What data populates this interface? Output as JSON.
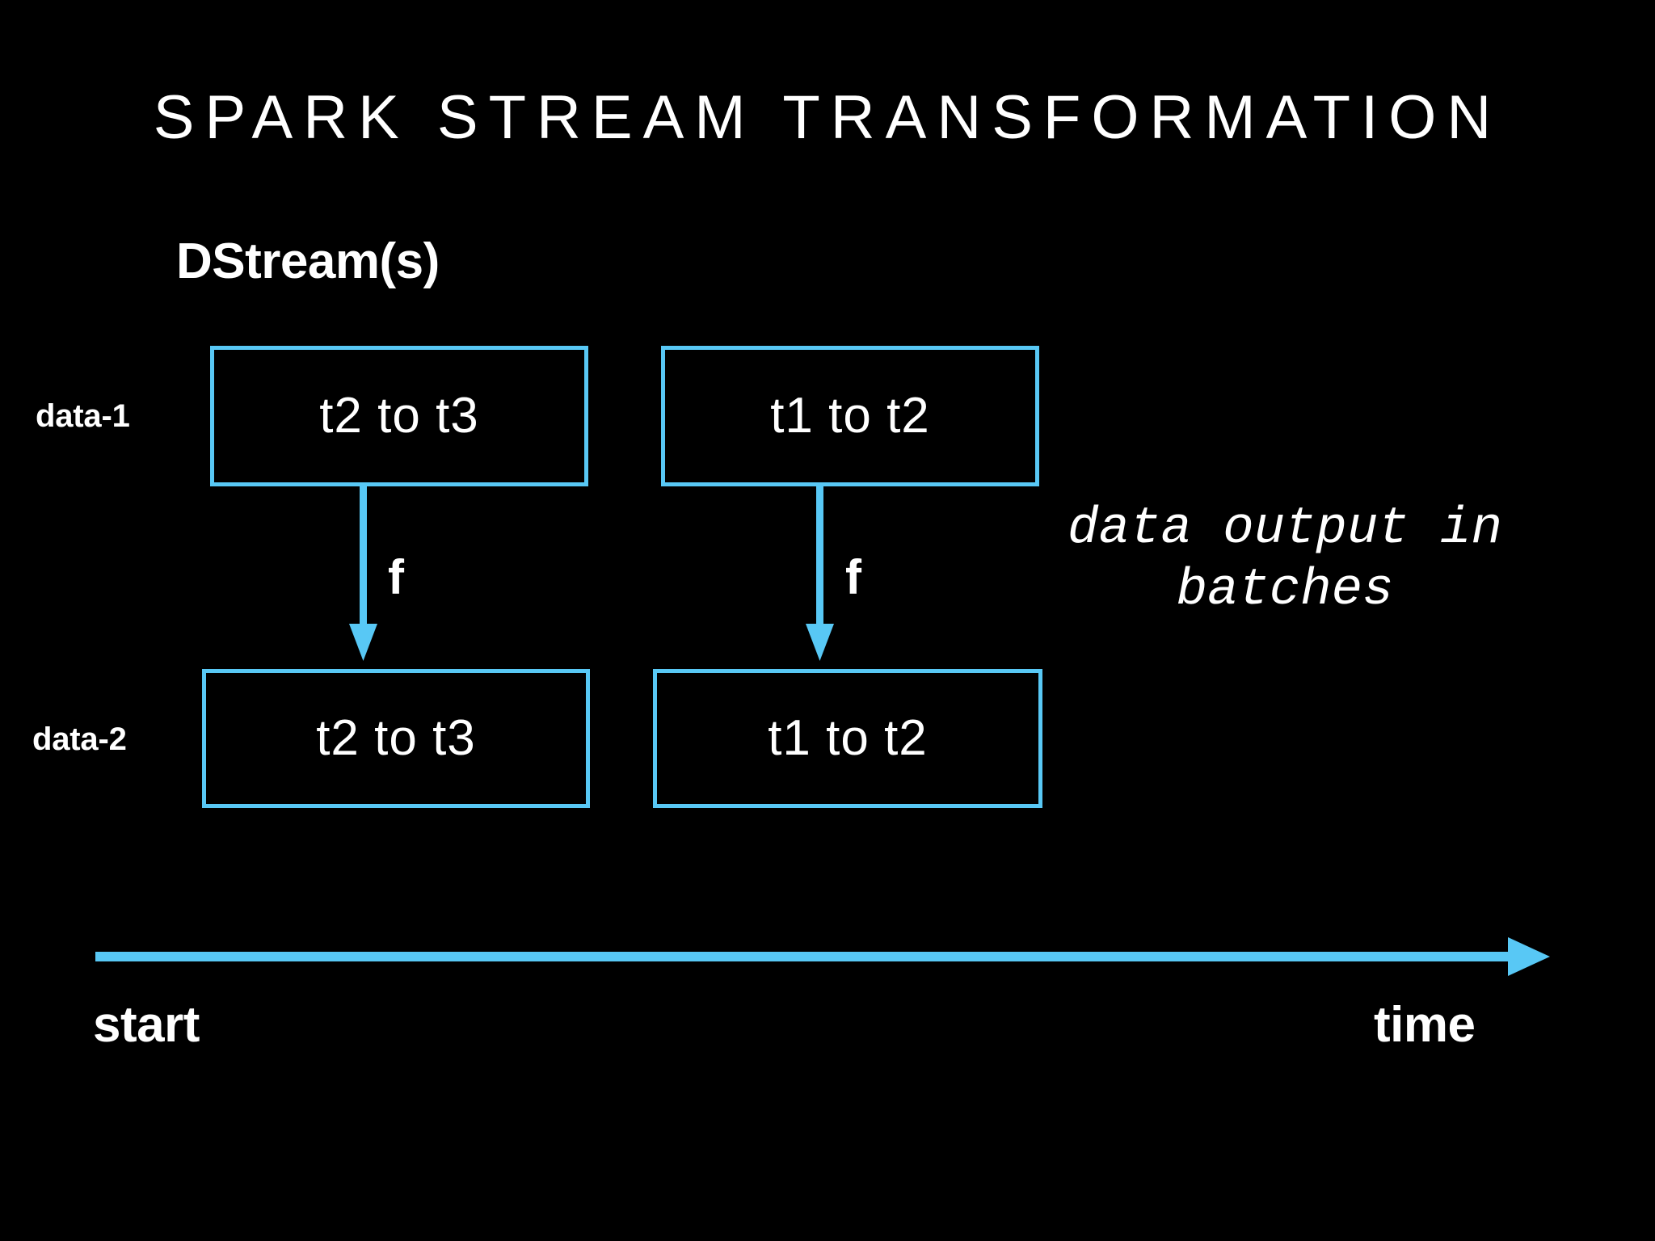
{
  "slide": {
    "background_color": "#000000",
    "accent_color": "#58c8f5",
    "text_color": "#ffffff",
    "title": "SPARK STREAM TRANSFORMATION"
  },
  "diagram": {
    "heading": "DStream(s)",
    "row_labels": {
      "input": "data-1",
      "output": "data-2"
    },
    "boxes": [
      {
        "id": "input-batch-left",
        "label": "t2 to t3"
      },
      {
        "id": "input-batch-right",
        "label": "t1 to t2"
      },
      {
        "id": "output-batch-left",
        "label": "t2 to t3"
      },
      {
        "id": "output-batch-right",
        "label": "t1 to t2"
      }
    ],
    "transform_labels": [
      {
        "id": "transform-left",
        "label": "f"
      },
      {
        "id": "transform-right",
        "label": "f"
      }
    ],
    "annotation": {
      "line1": "data output in",
      "line2": "batches"
    }
  },
  "timeline": {
    "start_label": "start",
    "end_label": "time"
  }
}
